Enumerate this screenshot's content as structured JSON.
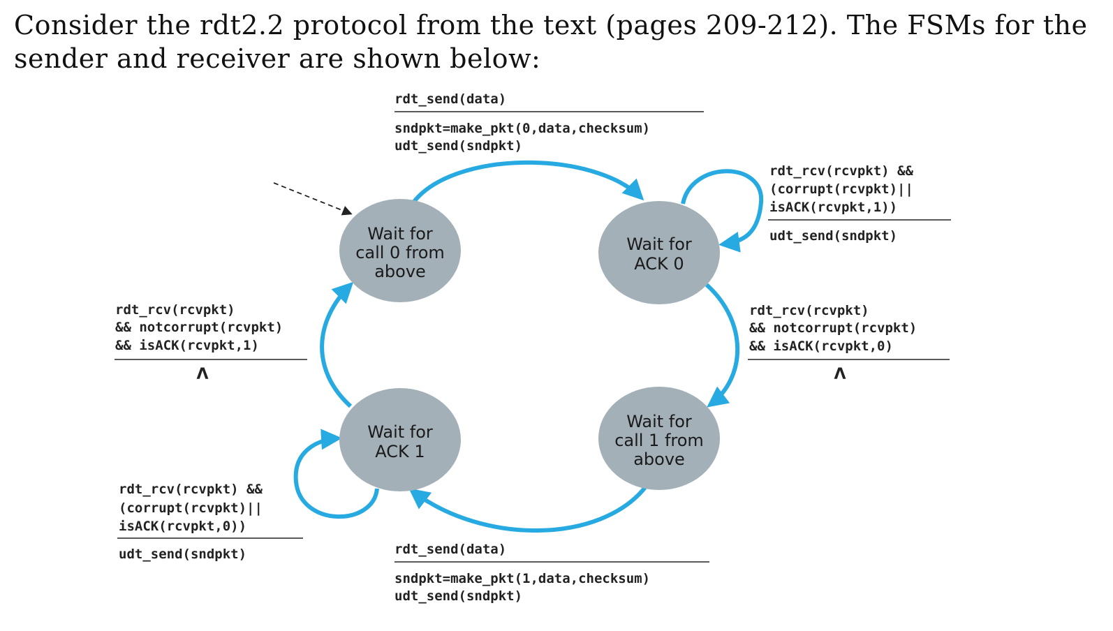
{
  "intro": {
    "line1": "Consider the rdt2.2 protocol from the text (pages 209-212). The FSMs for the",
    "line2": "sender and receiver are shown below:"
  },
  "states": {
    "wait_call0": [
      "Wait for",
      "call 0 from",
      "above"
    ],
    "wait_ack0": [
      "Wait for",
      "ACK 0"
    ],
    "wait_ack1": [
      "Wait for",
      "ACK 1"
    ],
    "wait_call1": [
      "Wait for",
      "call 1 from",
      "above"
    ]
  },
  "transitions": {
    "send0": {
      "event": [
        "rdt_send(data)"
      ],
      "action": [
        "sndpkt=make_pkt(0,data,checksum)",
        "udt_send(sndpkt)"
      ]
    },
    "retx0": {
      "event": [
        "rdt_rcv(rcvpkt) &&",
        "(corrupt(rcvpkt)||",
        "isACK(rcvpkt,1))"
      ],
      "action": [
        "udt_send(sndpkt)"
      ]
    },
    "ack0": {
      "event": [
        "rdt_rcv(rcvpkt)",
        "&& notcorrupt(rcvpkt)",
        "&& isACK(rcvpkt,0)"
      ],
      "action": [
        "Λ"
      ]
    },
    "send1": {
      "event": [
        "rdt_send(data)"
      ],
      "action": [
        "sndpkt=make_pkt(1,data,checksum)",
        "udt_send(sndpkt)"
      ]
    },
    "retx1": {
      "event": [
        "rdt_rcv(rcvpkt) &&",
        "(corrupt(rcvpkt)||",
        "isACK(rcvpkt,0))"
      ],
      "action": [
        "udt_send(sndpkt)"
      ]
    },
    "ack1": {
      "event": [
        "rdt_rcv(rcvpkt)",
        "&& notcorrupt(rcvpkt)",
        "&& isACK(rcvpkt,1)"
      ],
      "action": [
        "Λ"
      ]
    }
  },
  "colors": {
    "edge": "#27aae1",
    "state_fill": "#a3b0b8",
    "text": "#222222"
  }
}
